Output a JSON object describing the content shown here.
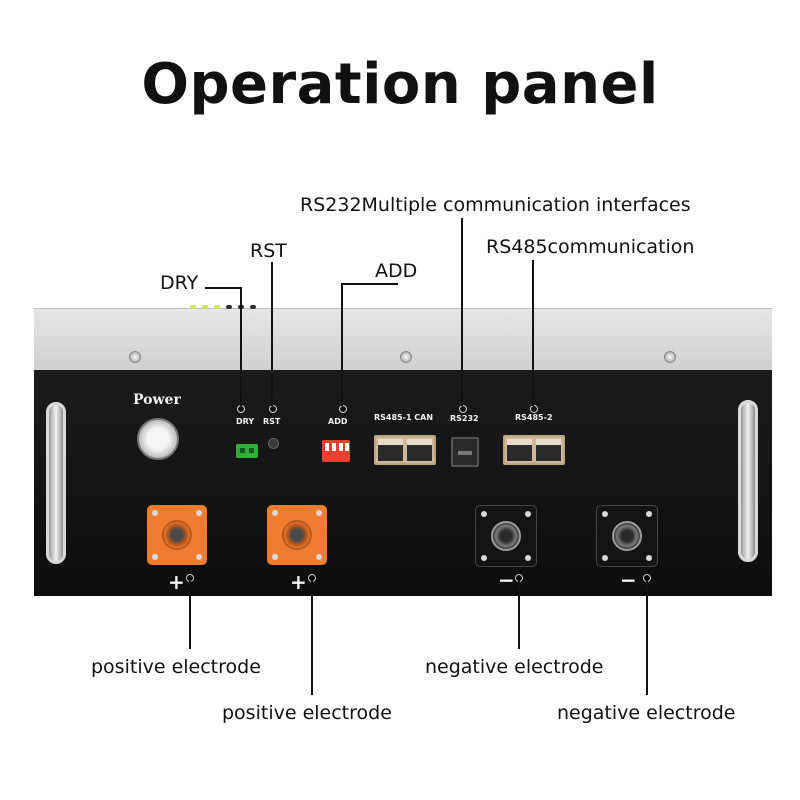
{
  "title": "Operation panel",
  "callouts": {
    "rs232_multi": "RS232Multiple communication interfaces",
    "rs485": "RS485communication",
    "rst": "RST",
    "dry": "DRY",
    "add": "ADD"
  },
  "panel": {
    "power_label": "Power",
    "dry_label": "DRY",
    "rst_label": "RST",
    "add_label": "ADD",
    "rs485_can_label": "RS485-1 CAN",
    "rs232_label": "RS232",
    "rs485_2_label": "RS485-2",
    "plus_sign": "+",
    "minus_sign": "−"
  },
  "bottom_labels": {
    "pos_1": "positive electrode",
    "pos_2": "positive electrode",
    "neg_1": "negative electrode",
    "neg_2": "negative electrode"
  },
  "colors": {
    "positive_terminal": "#ef7c2f",
    "negative_terminal": "#141414",
    "dry_connector": "#2fae3a",
    "dip_switch": "#e8412e",
    "panel": "#111111"
  }
}
